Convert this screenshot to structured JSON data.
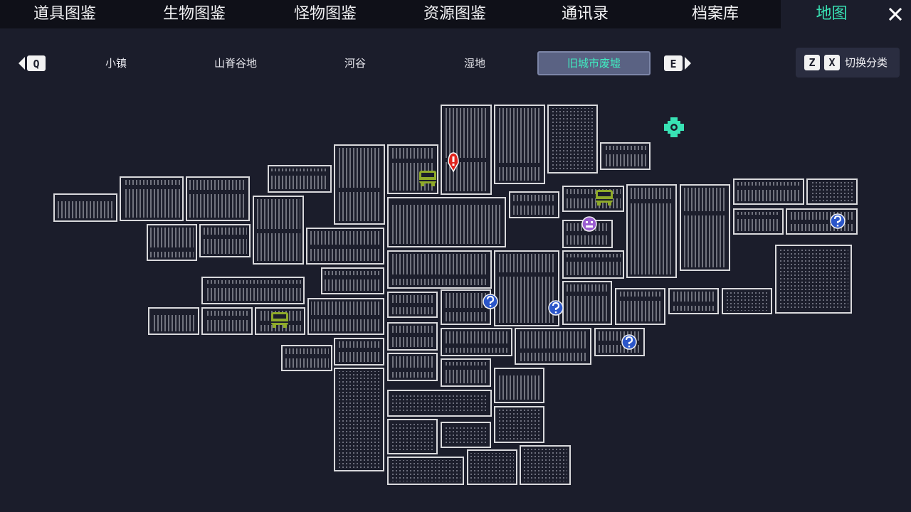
{
  "top_tabs": [
    "道具图鉴",
    "生物图鉴",
    "怪物图鉴",
    "资源图鉴",
    "通讯录",
    "档案库",
    "地图"
  ],
  "active_top_tab": "地图",
  "region_prev_key": "Q",
  "region_next_key": "E",
  "regions": [
    "小镇",
    "山脊谷地",
    "河谷",
    "湿地",
    "旧城市废墟"
  ],
  "active_region": "旧城市废墟",
  "switch_category": {
    "keys": [
      "Z",
      "X"
    ],
    "label": "切换分类"
  },
  "markers": {
    "player": "player-location-icon",
    "vehicle": "bus-icon",
    "unknown": "question-globe-icon",
    "npc": "npc-face-icon",
    "waypoint": "waypoint-crosshair-icon"
  },
  "colors": {
    "background": "#1b1d2b",
    "top_bar": "#0f1018",
    "accent": "#38e2b4",
    "active_region_bg": "#5a6283",
    "room_border": "#d9d9dc",
    "room_fill": "#1c1e2c",
    "bus": "#8faa2a",
    "player": "#e0241c",
    "unknown": "#2b56c9",
    "npc": "#9a5cd0"
  }
}
